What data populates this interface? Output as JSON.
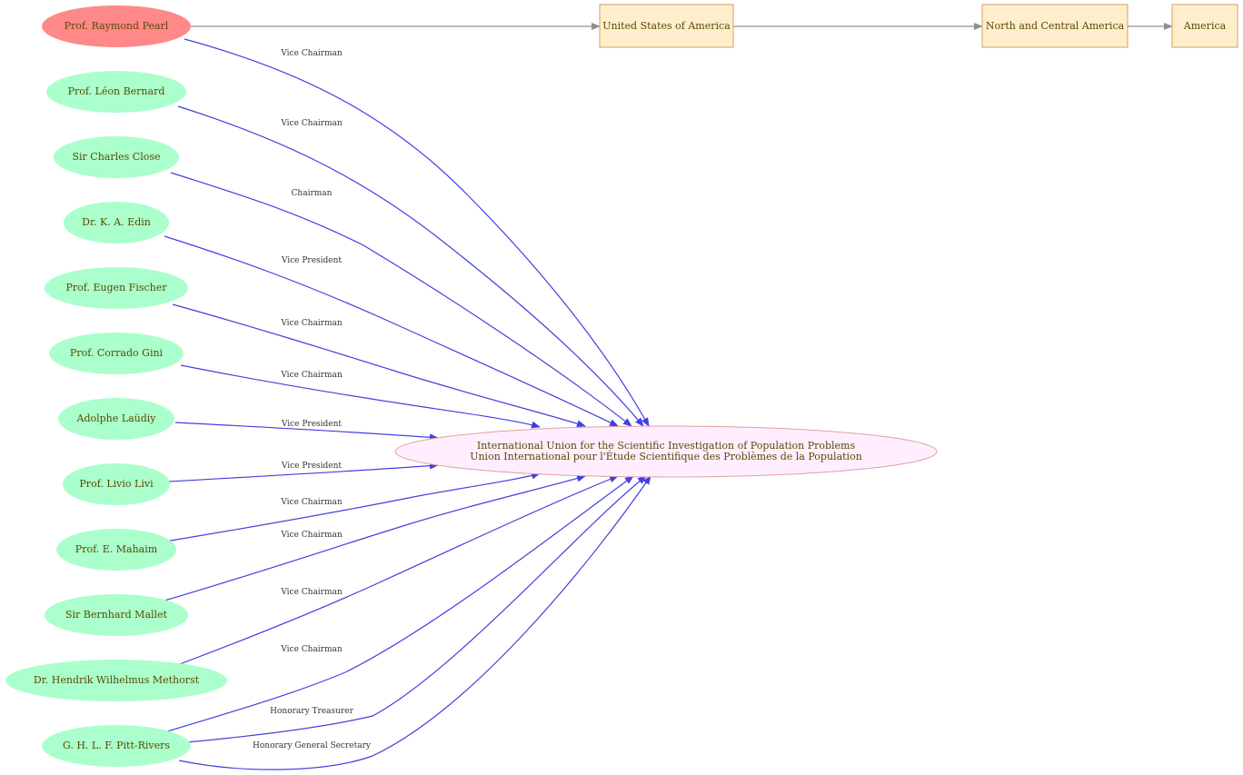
{
  "colors": {
    "highlight_person_fill": "#ff8888",
    "person_fill": "#aaffcc",
    "org_fill": "#ffeeff",
    "org_stroke": "#e0a0a0",
    "place_fill": "#ffeecc",
    "place_stroke": "#d4a060",
    "member_edge": "#4040e0",
    "location_edge": "#909090",
    "node_text": "#5a4a00"
  },
  "people": [
    {
      "id": "pearl",
      "name": "Prof. Raymond Pearl",
      "role": "Vice Chairman",
      "highlight": true
    },
    {
      "id": "bernard",
      "name": "Prof. Léon Bernard",
      "role": "Vice Chairman"
    },
    {
      "id": "close",
      "name": "Sir Charles Close",
      "role": "Chairman"
    },
    {
      "id": "edin",
      "name": "Dr. K. A. Edin",
      "role": "Vice President"
    },
    {
      "id": "fischer",
      "name": "Prof. Eugen Fischer",
      "role": "Vice Chairman"
    },
    {
      "id": "gini",
      "name": "Prof. Corrado Gini",
      "role": "Vice Chairman"
    },
    {
      "id": "landry",
      "name": "Adolphe Laüdiy",
      "role": "Vice President"
    },
    {
      "id": "livi",
      "name": "Prof. Livio Livi",
      "role": "Vice President"
    },
    {
      "id": "mahaim",
      "name": "Prof. E. Mahaim",
      "role": "Vice Chairman"
    },
    {
      "id": "mallet",
      "name": "Sir Bernhard Mallet",
      "role": "Vice Chairman"
    },
    {
      "id": "methorst",
      "name": "Dr. Hendrik Wilhelmus Methorst",
      "role": "Vice Chairman"
    },
    {
      "id": "pittrivers",
      "name": "G. H. L. F. Pitt-Rivers",
      "role": "Vice Chairman",
      "extra_roles": [
        "Honorary Treasurer",
        "Honorary General Secretary"
      ]
    }
  ],
  "organization": {
    "line1": "International Union for the Scientific Investigation of Population Problems",
    "line2": "Union International pour l'Étude Scientifique des Problèmes de la Population"
  },
  "places": [
    {
      "id": "usa",
      "name": "United States of America"
    },
    {
      "id": "nca",
      "name": "North and Central America"
    },
    {
      "id": "america",
      "name": "America"
    }
  ]
}
